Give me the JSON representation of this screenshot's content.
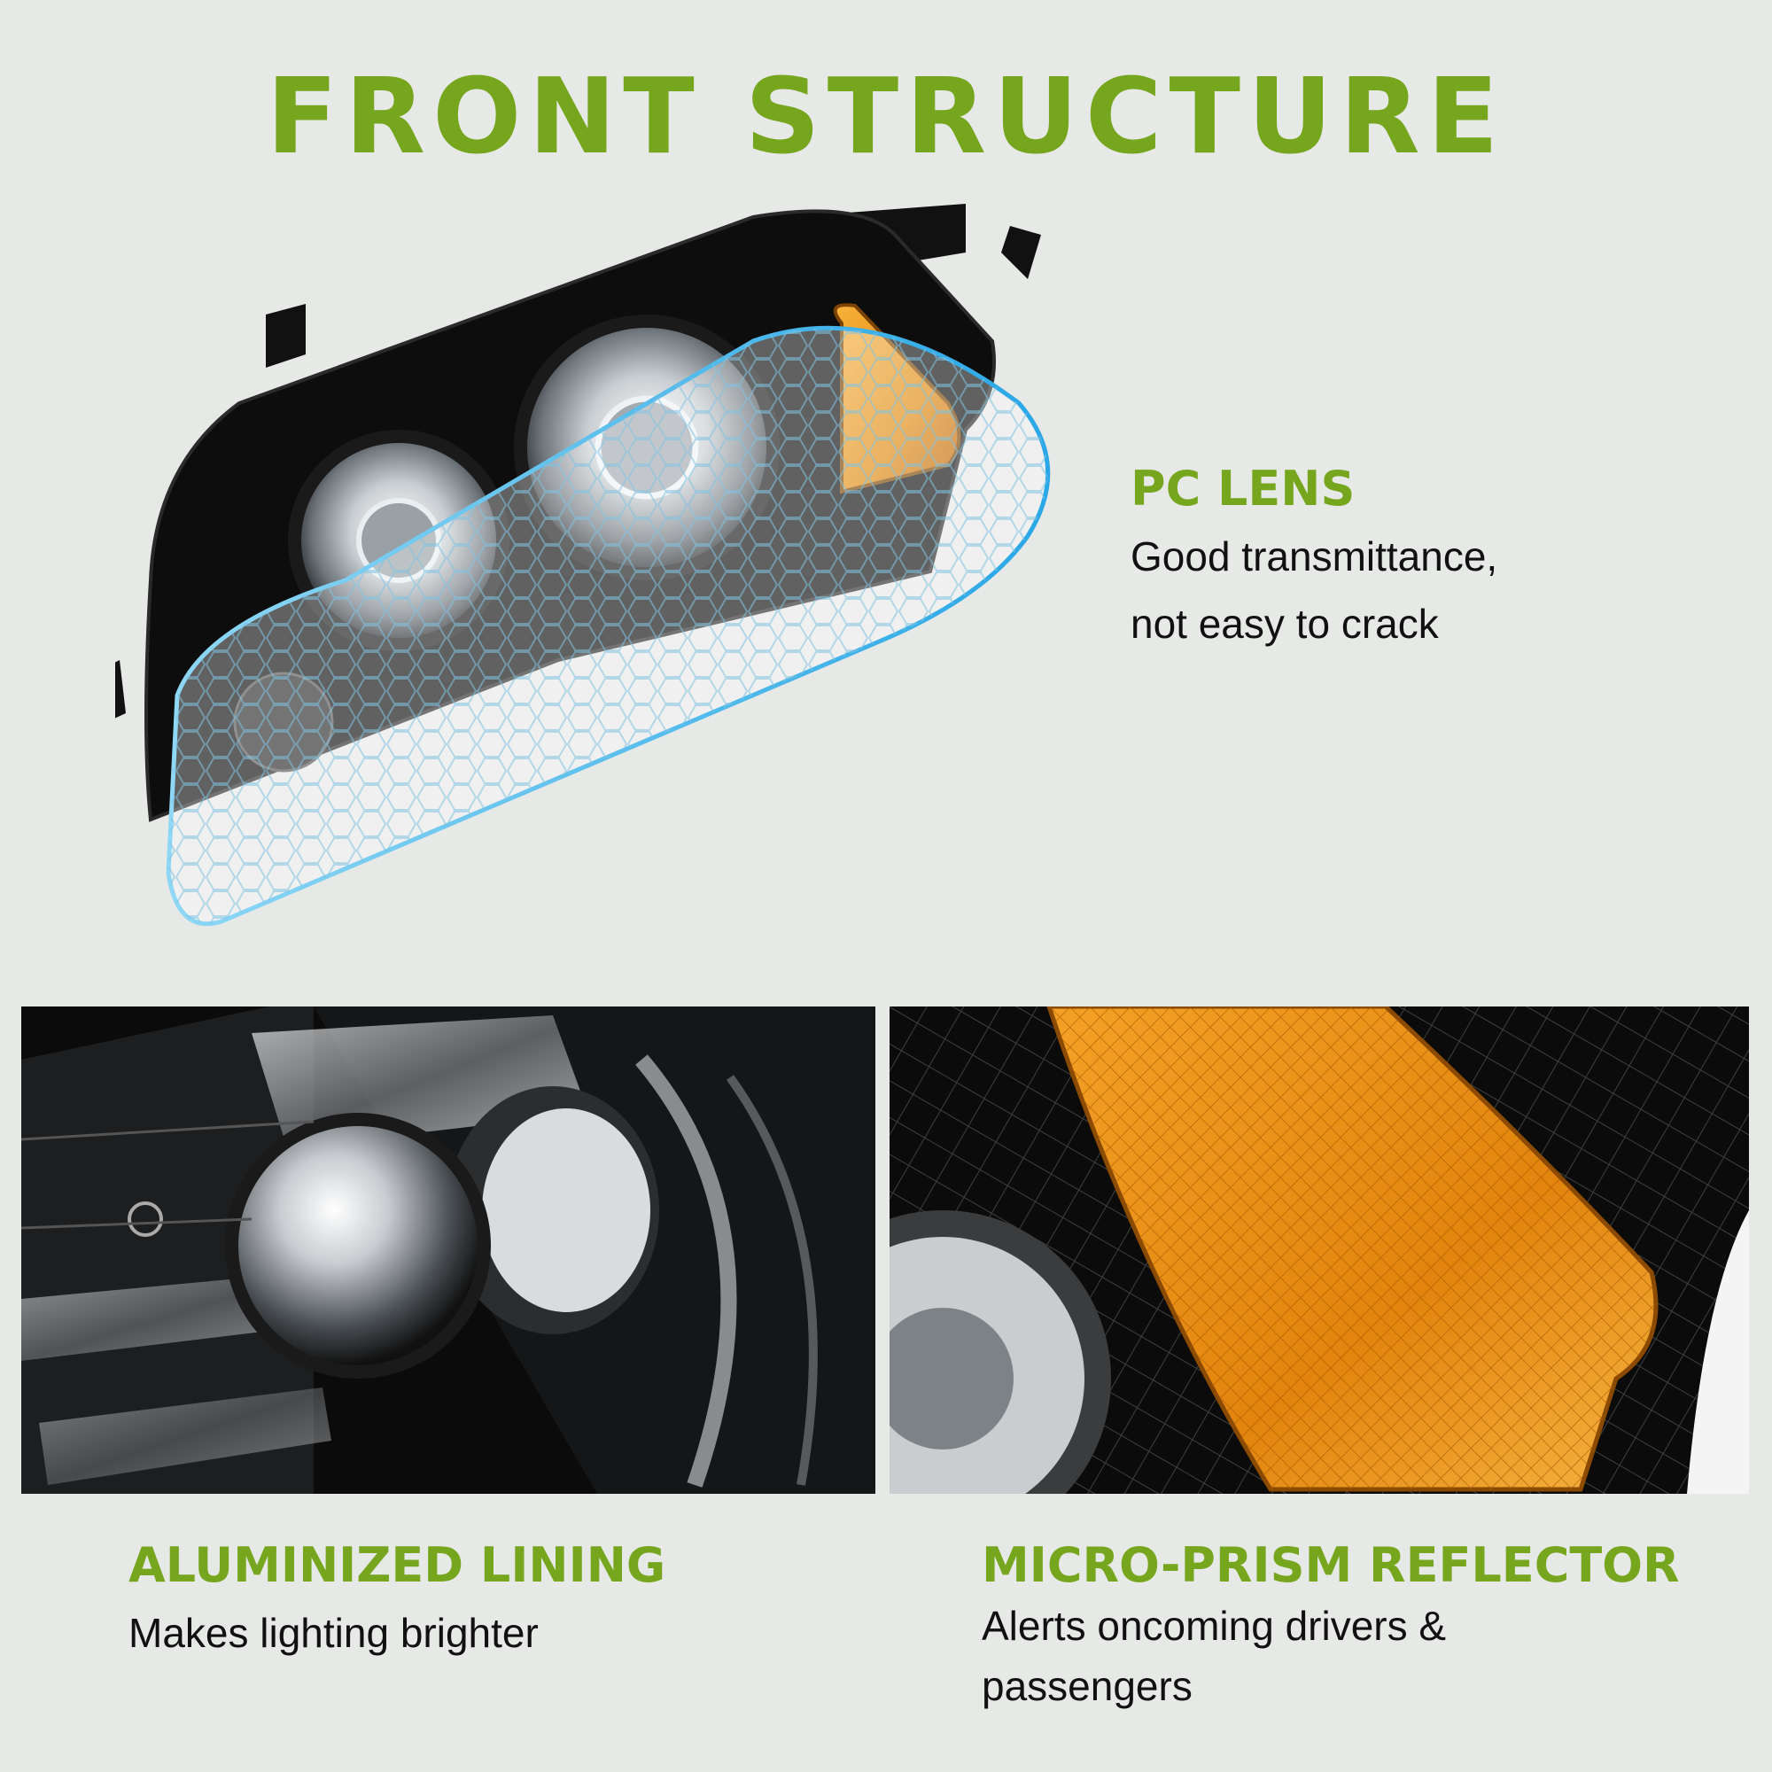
{
  "header": {
    "title": "FRONT STRUCTURE"
  },
  "features": {
    "pc_lens": {
      "title": "PC LENS",
      "lines": [
        "Good transmittance,",
        "not easy to crack"
      ]
    },
    "aluminized_lining": {
      "title": "ALUMINIZED LINING",
      "lines": [
        "Makes lighting brighter"
      ]
    },
    "micro_prism": {
      "title": "MICRO-PRISM REFLECTOR",
      "lines": [
        "Alerts oncoming drivers &",
        "passengers"
      ]
    }
  },
  "colors": {
    "accent": "#76a51e",
    "background": "#e7e9e7",
    "amber": "#e08a10",
    "housing": "#0d0d0d"
  },
  "icons": {
    "main_image": "headlight-assembly-with-pc-lens",
    "detail_left": "projector-lens-closeup",
    "detail_right": "amber-reflector-closeup"
  }
}
